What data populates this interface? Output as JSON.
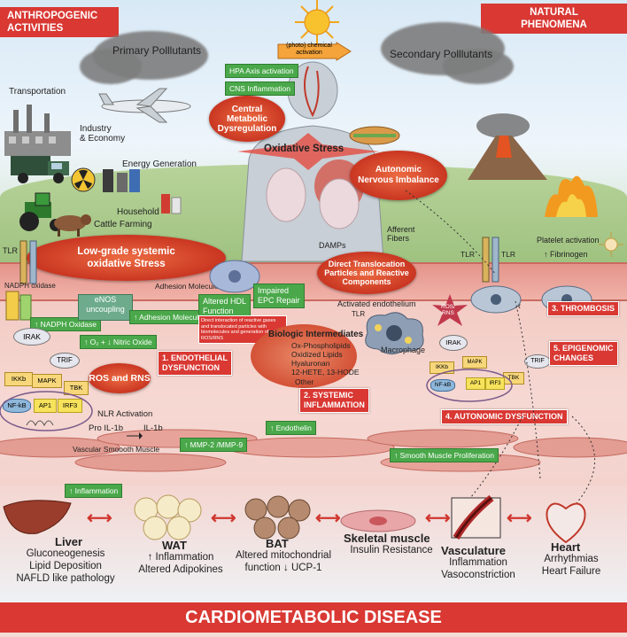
{
  "corners": {
    "left": "ANTHROPOGENIC\nACTIVITIES",
    "right": "NATURAL\nPHENOMENA"
  },
  "top": {
    "primary_pollutants": "Primary Polllutants",
    "secondary_pollutants": "Secondary Polllutants",
    "photochemical": "(photo) chemical\nactivation"
  },
  "sources": {
    "transportation": "Transportation",
    "industry": "Industry\n& Economy",
    "energy": "Energy Generation",
    "household": "Household",
    "cattle": "Cattle Farming"
  },
  "body": {
    "hpa": "HPA Axis activation",
    "cns": "CNS Inflammation",
    "central_metabolic": "Central\nMetabolic\nDysregulation",
    "oxidative_stress": "Oxidative Stress",
    "autonomic": "Autonomic\nNervous Imbalance",
    "afferent": "Afferent\nFibers",
    "damps": "DAMPs",
    "direct_translocation": "Direct Translocation\nParticles and Reactive\nComponents"
  },
  "low_grade": "Low-grade systemic\noxidative Stress",
  "vessel": {
    "tlr_left": "TLR",
    "nadph_oxidase": "NADPH oxidase",
    "adhesion_molecules_label": "Adhesion Molecules",
    "enos": "eNOS\nuncoupling",
    "altered_hdl": "Altered HDL\nFunction",
    "impaired_epc": "Impaired\nEPC Repair",
    "activated_endothelium": "Activated endothelium",
    "tlr_right1": "TLR",
    "tlr_right2": "TLR",
    "tlr_right3": "TLR",
    "tlr_mid": "TLR",
    "ros_rns_small": "ROS/\nRNS",
    "platelet": "Platelet activation",
    "fibrinogen": "Fibrinogen",
    "macrophage": "Macrophage"
  },
  "green_labels": {
    "nadph_oxidase": "NADPH Oxidase",
    "adhesion": "Adhesion Molecules",
    "o2_no": "O₂ +  ↓ Nitric Oxide",
    "mmp": "MMP-2 /MMP-9",
    "endothelin": "Endothelin",
    "smooth": "Smooth Muscle Proliferation",
    "inflammation": "Inflammation"
  },
  "direct_interaction": "Direct interaction of reactive gases and translocated particles with biomolecules and generation of ROS/RNS",
  "biologic": {
    "title": "Biologic Intermediates",
    "items": [
      "Ox-Phospholipids",
      "Oxidized Lipids",
      "Hyaluronan",
      "12-HETE, 13-HODE",
      "Other"
    ]
  },
  "signaling_left": {
    "irak": "IRAK",
    "trif": "TRIF",
    "ikkb": "IKKb",
    "mapk": "MAPK",
    "tbk": "TBK",
    "nfkb": "NF-kB",
    "ap1": "AP1",
    "irf3": "IRF3",
    "ros_rns": "ROS and RNS",
    "nlr": "NLR Activation",
    "pro_il": "Pro IL-1b",
    "il": "IL-1b"
  },
  "signaling_right": {
    "irak": "IRAK",
    "trif": "TRIF",
    "ikkb": "IKKb",
    "mapk": "MAPK",
    "tbk": "TBK",
    "nfkb": "NF-kB",
    "ap1": "AP1",
    "irf3": "IRF3"
  },
  "numbered": {
    "endothelial": "1. ENDOTHELIAL\nDYSFUNCTION",
    "systemic": "2. SYSTEMIC\nINFLAMMATION",
    "thrombosis": "3. THROMBOSIS",
    "autonomic": "4. AUTONOMIC DYSFUNCTION",
    "epigenomic": "5. EPIGENOMIC\nCHANGES"
  },
  "vascular_smooth": "Vascular Smoooth Muscle",
  "organs": [
    {
      "name": "Liver",
      "lines": [
        "Gluconeogenesis",
        "Lipid Deposition",
        "NAFLD like pathology"
      ]
    },
    {
      "name": "WAT",
      "lines": [
        "↑  Inflammation",
        "Altered Adipokines"
      ]
    },
    {
      "name": "BAT",
      "lines": [
        "Altered mitochondrial",
        "function ↓ UCP-1"
      ]
    },
    {
      "name": "Skeletal muscle",
      "lines": [
        "Insulin Resistance"
      ]
    },
    {
      "name": "Vasculature",
      "lines": [
        "Inflammation",
        "Vasoconstriction"
      ]
    },
    {
      "name": "Heart",
      "lines": [
        "Arrhythmias",
        "Heart Failure"
      ]
    }
  ],
  "footer": "CARDIOMETABOLIC DISEASE"
}
